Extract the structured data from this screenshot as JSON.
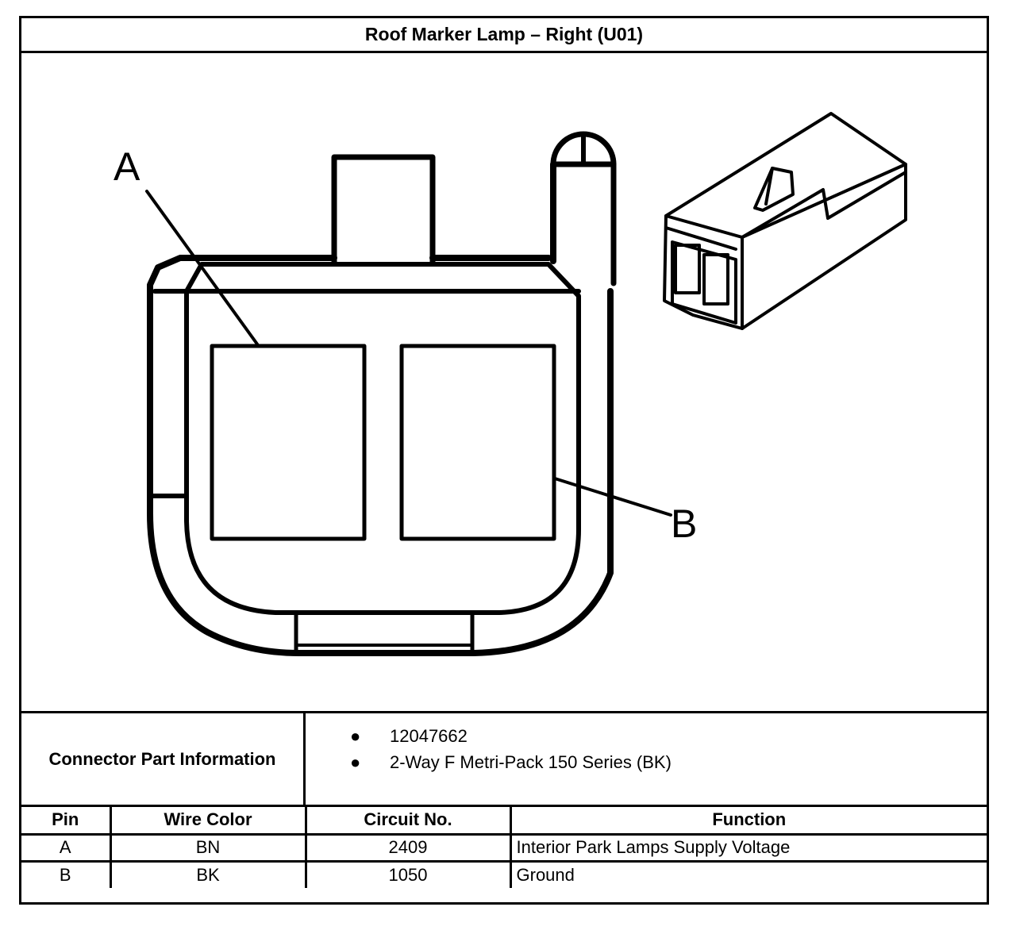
{
  "title": "Roof Marker Lamp – Right (U01)",
  "diagram": {
    "callouts": [
      "A",
      "B"
    ]
  },
  "connector_info": {
    "label": "Connector Part Information",
    "items": [
      "12047662",
      "2-Way F Metri-Pack 150 Series (BK)"
    ],
    "bullet": "●"
  },
  "table": {
    "headers": [
      "Pin",
      "Wire Color",
      "Circuit No.",
      "Function"
    ],
    "rows": [
      [
        "A",
        "BN",
        "2409",
        "Interior Park Lamps Supply Voltage"
      ],
      [
        "B",
        "BK",
        "1050",
        "Ground"
      ]
    ]
  }
}
